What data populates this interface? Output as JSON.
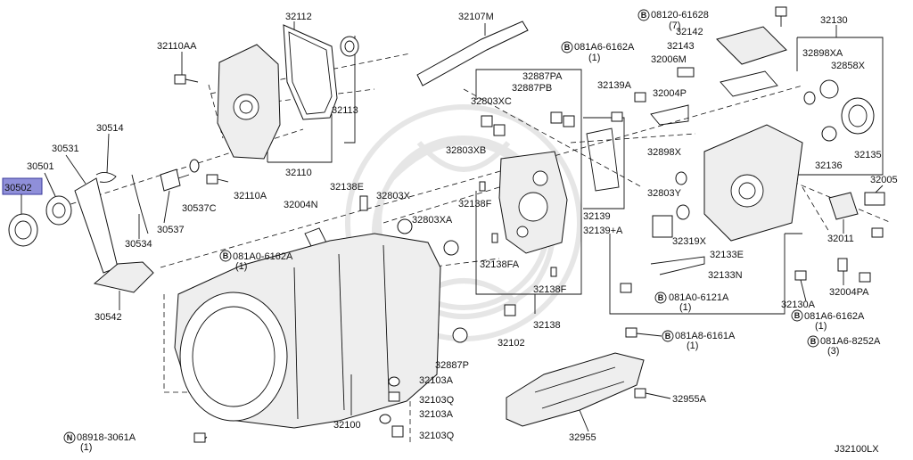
{
  "diagram_code": "J32100LX",
  "highlight": {
    "part": "30502",
    "color": "#8f8fd9"
  },
  "labels": [
    {
      "text": "32112"
    },
    {
      "text": "32110AA"
    },
    {
      "text": "32113"
    },
    {
      "text": "32110"
    },
    {
      "text": "32110A"
    },
    {
      "text": "30514"
    },
    {
      "text": "30531"
    },
    {
      "text": "30501"
    },
    {
      "text": "30502"
    },
    {
      "text": "30537C"
    },
    {
      "text": "30537"
    },
    {
      "text": "30534"
    },
    {
      "text": "30542"
    },
    {
      "text": "32107M"
    },
    {
      "text": "32887PA"
    },
    {
      "text": "32887PB"
    },
    {
      "text": "32803XC"
    },
    {
      "text": "32803XB"
    },
    {
      "text": "32138F"
    },
    {
      "text": "32138FA"
    },
    {
      "text": "32138F"
    },
    {
      "text": "32138"
    },
    {
      "text": "32102"
    },
    {
      "text": "32138E"
    },
    {
      "text": "32803X"
    },
    {
      "text": "32803XA"
    },
    {
      "text": "32004N"
    },
    {
      "text": "081A0-6162A"
    },
    {
      "text": "(1)"
    },
    {
      "text": "32887P"
    },
    {
      "text": "32103A"
    },
    {
      "text": "32103Q"
    },
    {
      "text": "32103A"
    },
    {
      "text": "32103Q"
    },
    {
      "text": "32100"
    },
    {
      "text": "08918-3061A"
    },
    {
      "text": "(1)"
    },
    {
      "text": "32955"
    },
    {
      "text": "32955A"
    },
    {
      "text": "081A8-6161A"
    },
    {
      "text": "(1)"
    },
    {
      "text": "08120-61628"
    },
    {
      "text": "(7)"
    },
    {
      "text": "081A6-6162A"
    },
    {
      "text": "(1)"
    },
    {
      "text": "32142"
    },
    {
      "text": "32143"
    },
    {
      "text": "32006M"
    },
    {
      "text": "32139A"
    },
    {
      "text": "32004P"
    },
    {
      "text": "32139"
    },
    {
      "text": "32139+A"
    },
    {
      "text": "32130"
    },
    {
      "text": "32898XA"
    },
    {
      "text": "32858X"
    },
    {
      "text": "32898X"
    },
    {
      "text": "32803Y"
    },
    {
      "text": "32319X"
    },
    {
      "text": "32133E"
    },
    {
      "text": "32133N"
    },
    {
      "text": "081A0-6121A"
    },
    {
      "text": "(1)"
    },
    {
      "text": "32135"
    },
    {
      "text": "32136"
    },
    {
      "text": "32005"
    },
    {
      "text": "32011"
    },
    {
      "text": "32130A"
    },
    {
      "text": "32004PA"
    },
    {
      "text": "081A6-6162A"
    },
    {
      "text": "(1)"
    },
    {
      "text": "081A6-8252A"
    },
    {
      "text": "(3)"
    }
  ],
  "markers": [
    {
      "text": "B"
    },
    {
      "text": "B"
    },
    {
      "text": "B"
    },
    {
      "text": "N"
    },
    {
      "text": "B"
    },
    {
      "text": "B"
    },
    {
      "text": "B"
    },
    {
      "text": "B"
    }
  ]
}
